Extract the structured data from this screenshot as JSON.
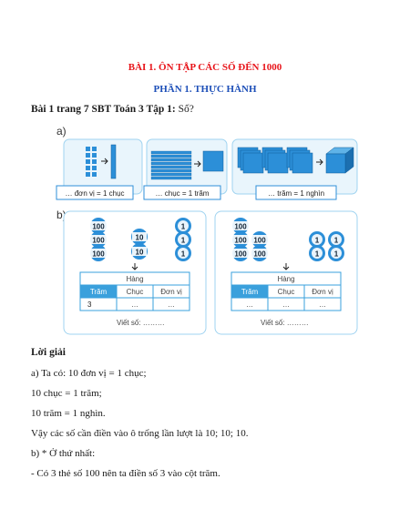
{
  "header": {
    "title": "BÀI 1. ÔN TẬP CÁC SỐ ĐẾN 1000",
    "subtitle": "PHẦN 1. THỰC HÀNH"
  },
  "question": {
    "bold": "Bài 1 trang 7 SBT Toán 3 Tập 1:",
    "text": " Số?"
  },
  "figure": {
    "part_a": {
      "label": "a)",
      "captions": [
        "… đơn vị = 1 chục",
        "… chục = 1 trăm",
        "… trăm = 1 nghìn"
      ]
    },
    "part_b": {
      "label": "b)",
      "left": {
        "cards": [
          "100",
          "100",
          "100",
          "10",
          "10",
          "1",
          "1",
          "1"
        ],
        "header": "Hàng",
        "columns": [
          "Trăm",
          "Chục",
          "Đơn vị"
        ],
        "row": [
          "3",
          "…",
          "…"
        ],
        "write": "Viết số: ………"
      },
      "right": {
        "cards": [
          "100",
          "100",
          "100",
          "100",
          "100",
          "1",
          "1",
          "1",
          "1"
        ],
        "header": "Hàng",
        "columns": [
          "Trăm",
          "Chục",
          "Đơn vị"
        ],
        "row": [
          "…",
          "…",
          "…"
        ],
        "write": "Viết số: ………"
      }
    }
  },
  "solution": {
    "heading": "Lời giải",
    "lines": [
      "a) Ta có: 10 đơn vị = 1 chục;",
      "10 chục = 1 trăm;",
      "10 trăm = 1 nghìn.",
      "Vậy các số cần điền vào ô trống lần lượt là 10; 10; 10.",
      "b) * Ở thứ nhất:",
      "- Có 3 thẻ số 100 nên ta điền số 3 vào cột trăm."
    ]
  },
  "colors": {
    "title_red": "#e8151b",
    "subtitle_blue": "#1d4fb8",
    "panel_border": "#9fd3f0",
    "caption_border": "#2f8fd8",
    "card_blue": "#2c8fd8",
    "header_blue": "#3aa0dc"
  }
}
